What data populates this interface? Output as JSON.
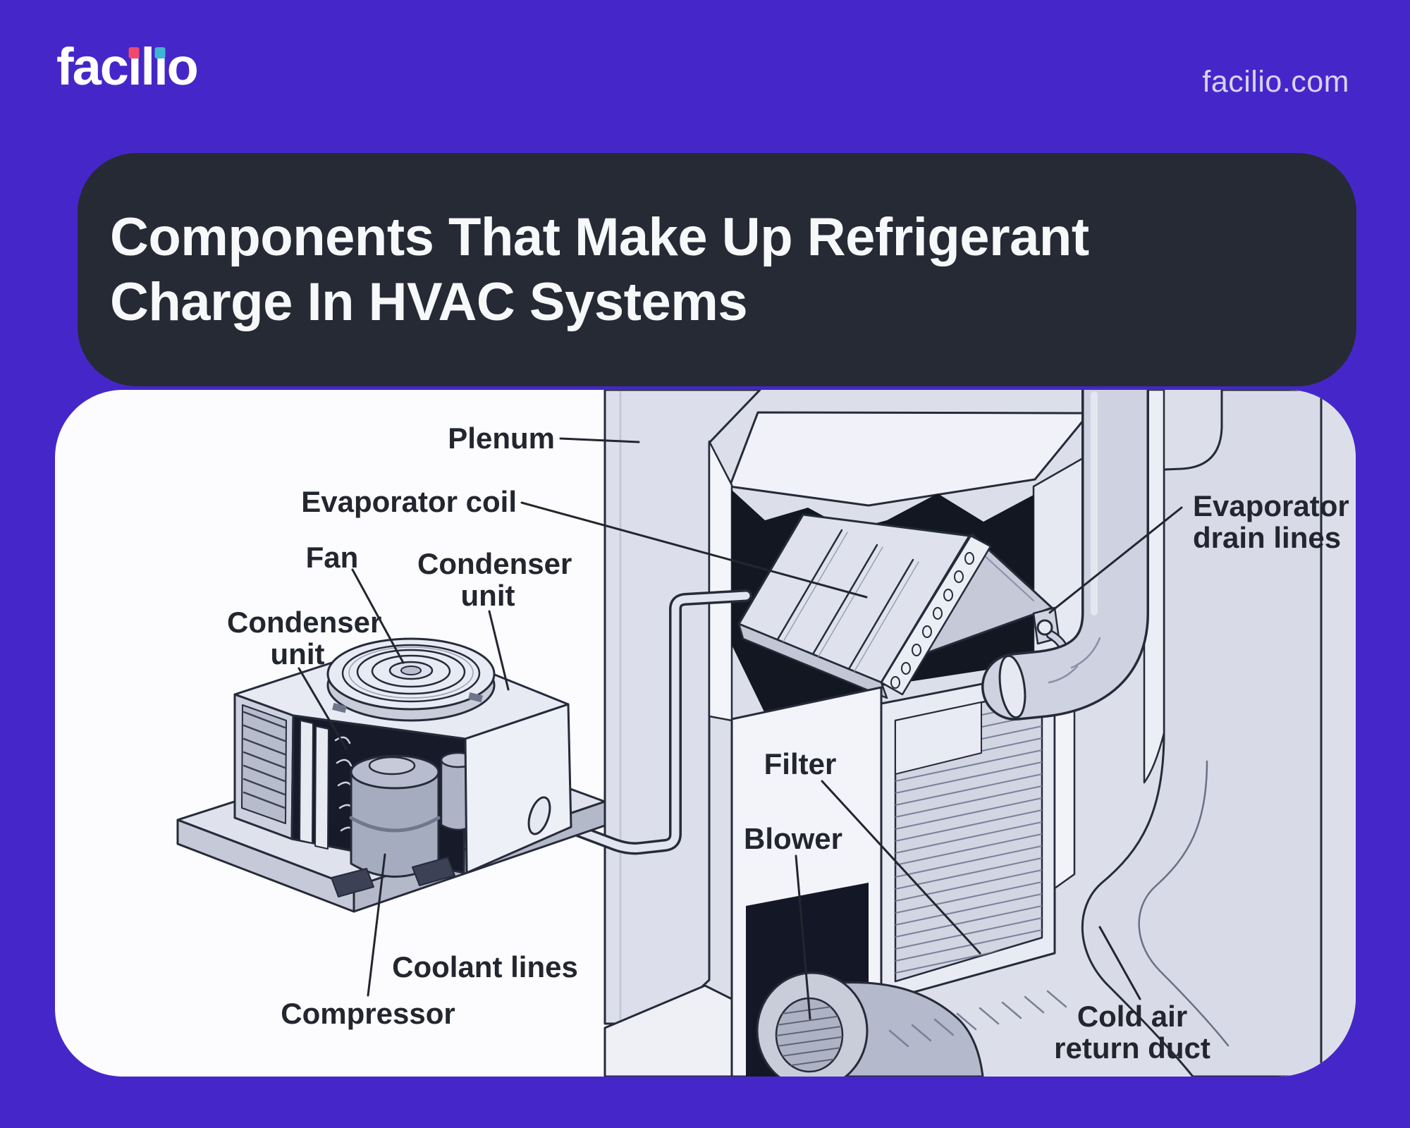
{
  "header": {
    "logo": {
      "part1": "fac",
      "i1": "ı",
      "part2": "l",
      "i2": "ı",
      "part3": "o",
      "dot1_color": "#ef4a6e",
      "dot2_color": "#41b4d2"
    },
    "site_url": "facilio.com"
  },
  "title": {
    "line1": "Components That Make Up Refrigerant",
    "line2": "Charge In HVAC Systems"
  },
  "colors": {
    "background": "#4527c9",
    "title_box": "#262a35",
    "card": "#fcfcfe",
    "illustration_backdrop": "#dcdfe9",
    "label_text": "#23262f",
    "outline": "#262b3a"
  },
  "diagram": {
    "labels": [
      {
        "id": "plenum",
        "text": "Plenum"
      },
      {
        "id": "evaporator-coil",
        "text": "Evaporator coil"
      },
      {
        "id": "fan",
        "text": "Fan"
      },
      {
        "id": "condenser-unit-right",
        "line1": "Condenser",
        "line2": "unit"
      },
      {
        "id": "condenser-unit-left",
        "line1": "Condenser",
        "line2": "unit"
      },
      {
        "id": "coolant-lines",
        "text": "Coolant lines"
      },
      {
        "id": "compressor",
        "text": "Compressor"
      },
      {
        "id": "filter",
        "text": "Filter"
      },
      {
        "id": "blower",
        "text": "Blower"
      },
      {
        "id": "evaporator-drain-lines",
        "line1": "Evaporator",
        "line2": "drain lines"
      },
      {
        "id": "cold-air-return-duct",
        "line1": "Cold air",
        "line2": "return duct"
      }
    ]
  }
}
